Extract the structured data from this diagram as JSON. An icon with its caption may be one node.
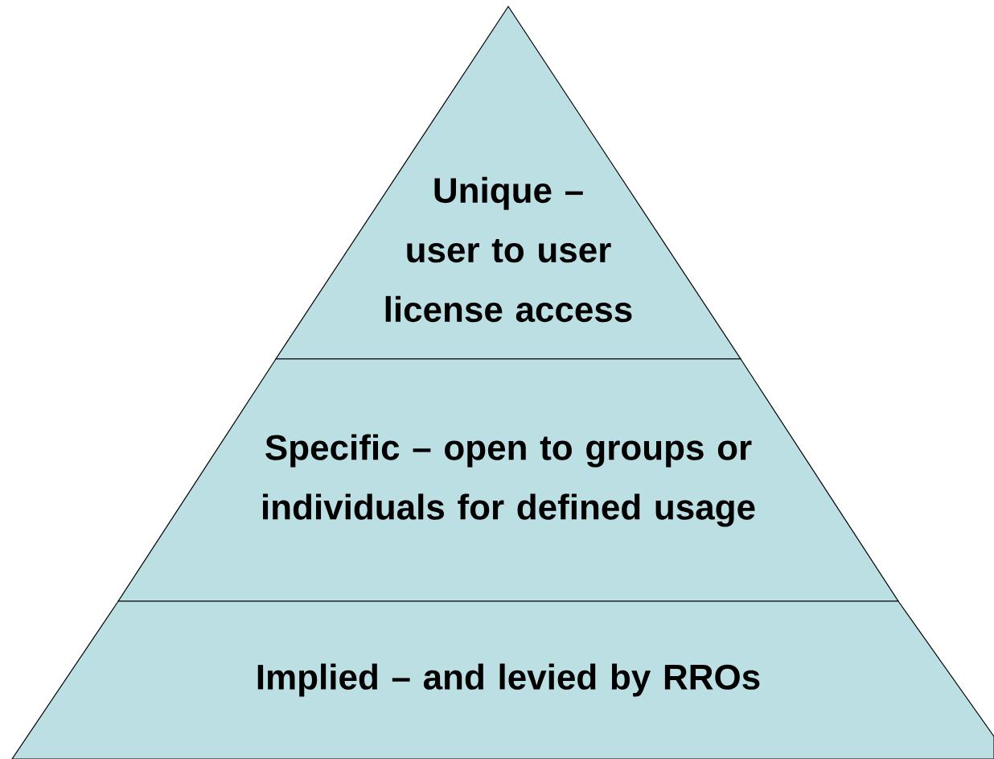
{
  "diagram": {
    "nodes": [
      {
        "text": [
          "Unique – user to user license access"
        ]
      },
      {
        "text": [
          "Specific – open to groups or individuals for defined usage"
        ]
      },
      {
        "text": [
          "Implied – and levied by RROs"
        ]
      }
    ]
  }
}
